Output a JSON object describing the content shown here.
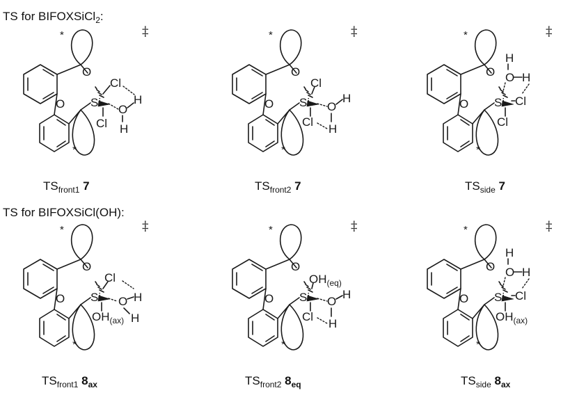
{
  "headers": {
    "row1": {
      "prefix": "TS for BIFOXSiCl",
      "sub": "2",
      "suffix": ":"
    },
    "row2": {
      "text": "TS for BIFOXSiCl(OH):"
    }
  },
  "symbols": {
    "dagger": "‡",
    "asterisk": "*",
    "Si": "Si",
    "O": "O",
    "Cl": "Cl",
    "H": "H",
    "OH": "OH",
    "ax": "(ax)",
    "eq": "(eq)"
  },
  "labels": [
    {
      "ts": "TS",
      "sub": "front1",
      "num": "7"
    },
    {
      "ts": "TS",
      "sub": "front2",
      "num": "7"
    },
    {
      "ts": "TS",
      "sub": "side",
      "num": "7"
    },
    {
      "ts": "TS",
      "sub": "front1",
      "num": "8",
      "numsub": "ax"
    },
    {
      "ts": "TS",
      "sub": "front2",
      "num": "8",
      "numsub": "eq"
    },
    {
      "ts": "TS",
      "sub": "side",
      "num": "8",
      "numsub": "ax"
    }
  ]
}
